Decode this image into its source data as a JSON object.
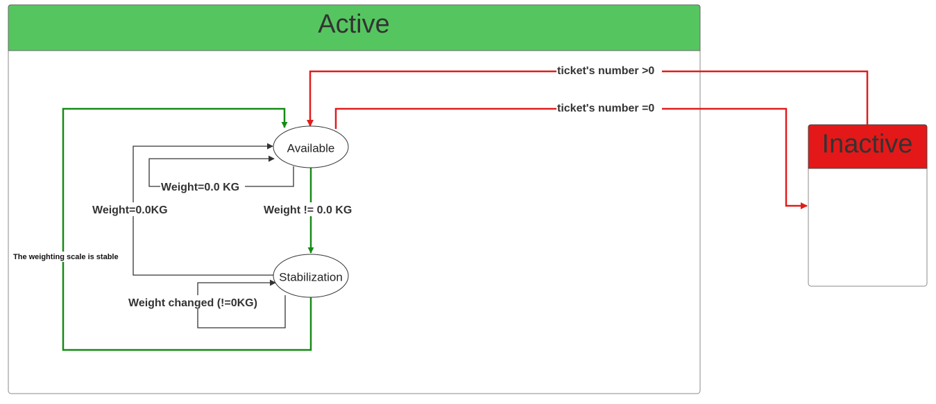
{
  "colors": {
    "active_header": "#55c65f",
    "inactive_header": "#e41818",
    "green_arrow": "#158a15",
    "red_arrow": "#e01c1c",
    "gray_arrow": "#333333",
    "border": "#888888"
  },
  "active": {
    "title": "Active"
  },
  "inactive": {
    "title": "Inactive"
  },
  "states": {
    "available": "Available",
    "stabilization": "Stabilization"
  },
  "transitions": {
    "ticket_positive": "ticket's number >0",
    "ticket_zero": "ticket's number =0",
    "weight_zero_self": "Weight=0.0 KG",
    "weight_zero_back": "Weight=0.0KG",
    "weight_nonzero": "Weight != 0.0 KG",
    "weight_changed": "Weight changed (!=0KG)",
    "scale_stable": "The weighting scale is stable"
  }
}
